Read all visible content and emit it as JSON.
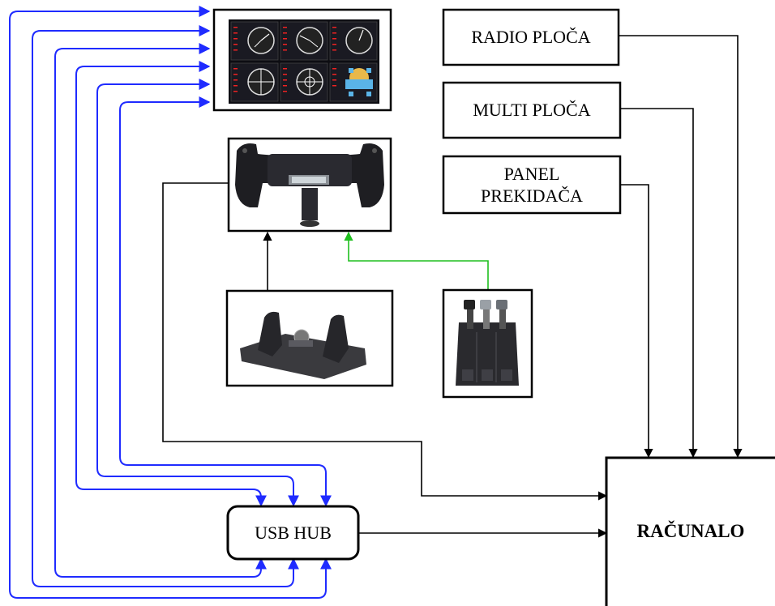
{
  "nodes": {
    "radio_panel": "RADIO PLOČA",
    "multi_panel": "MULTI PLOČA",
    "switch_panel": "PANEL\nPREKIDAČA",
    "usb_hub": "USB HUB",
    "computer": "RAČUNALO"
  },
  "images": {
    "instrument_panels": "flight-instrument-panels-image",
    "yoke": "flight-yoke-image",
    "pedals": "rudder-pedals-image",
    "throttle": "throttle-quadrant-image"
  },
  "colors": {
    "usb_links": "#1f2bff",
    "throttle_link": "#1fbf1f",
    "data_links": "#000000"
  }
}
